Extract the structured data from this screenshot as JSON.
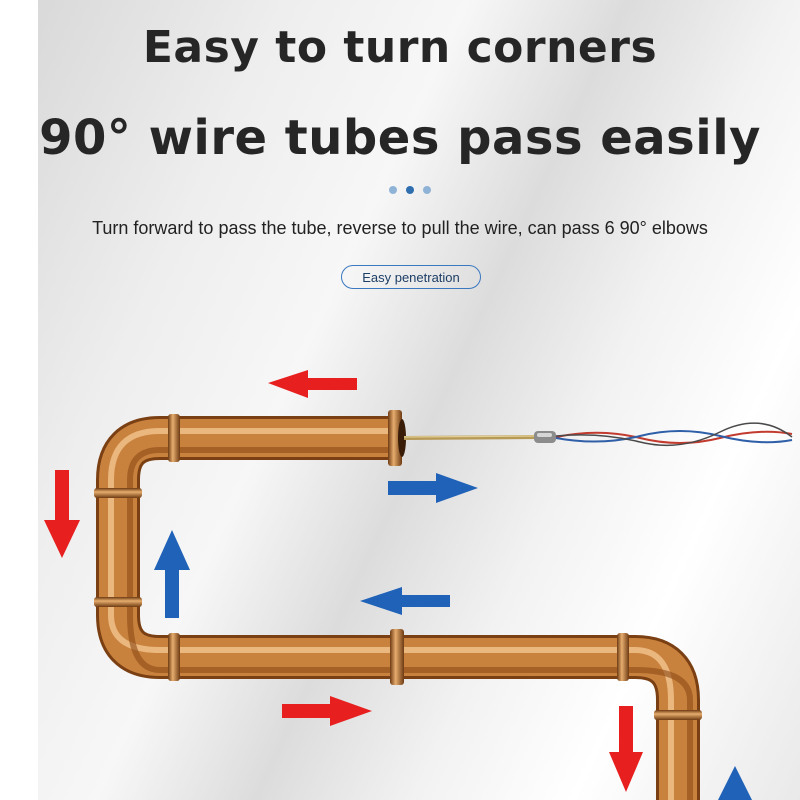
{
  "title_line1": "Easy to turn corners",
  "title_line2": "90° wire tubes pass easily",
  "carousel": {
    "dots": 3,
    "active_index": 1
  },
  "description": "Turn forward to pass the tube, reverse to pull the wire, can pass 6 90° elbows",
  "badge": "Easy penetration",
  "colors": {
    "title": "#262626",
    "accent_blue": "#1f5fae",
    "arrow_red": "#e81f1f",
    "arrow_blue": "#1f62b8",
    "copper": "#c9823d"
  },
  "icons": [
    "arrow-left-icon",
    "arrow-right-icon",
    "arrow-up-icon",
    "arrow-down-icon"
  ]
}
